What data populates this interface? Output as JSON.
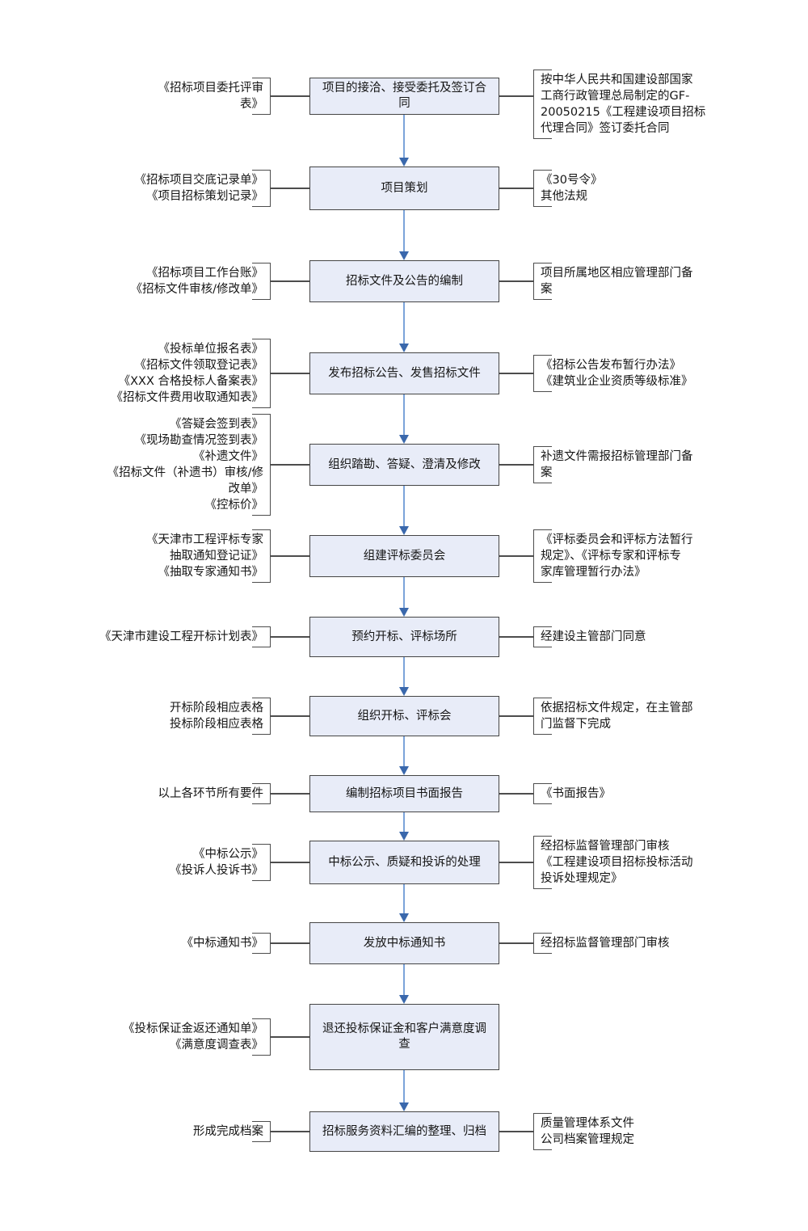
{
  "colors": {
    "box_fill": "#E8ECF8",
    "box_border": "#454545",
    "callout_line": "#4d4d4d",
    "arrow_shaft": "#7BA3D9",
    "arrow_head": "#3A68AC",
    "background": "#ffffff"
  },
  "rows": [
    {
      "box": "项目的接洽、接受委托及签订合同",
      "left": [
        "《招标项目委托评审",
        "表》"
      ],
      "right": [
        "按中华人民共和国建设部国家",
        "工商行政管理总局制定的GF-",
        "20050215《工程建设项目招标",
        "代理合同》签订委托合同"
      ]
    },
    {
      "box": "项目策划",
      "left": [
        "《招标项目交底记录单》",
        "《项目招标策划记录》"
      ],
      "right": [
        "《30号令》",
        "其他法规"
      ]
    },
    {
      "box": "招标文件及公告的编制",
      "left": [
        "《招标项目工作台账》",
        "《招标文件审核/修改单》"
      ],
      "right": [
        "项目所属地区相应管理部门备",
        "案"
      ]
    },
    {
      "box": "发布招标公告、发售招标文件",
      "left": [
        "《投标单位报名表》",
        "《招标文件领取登记表》",
        "《XXX 合格投标人备案表》",
        "《招标文件费用收取通知表》"
      ],
      "right": [
        "《招标公告发布暂行办法》",
        "《建筑业企业资质等级标准》"
      ]
    },
    {
      "box": "组织踏勘、答疑、澄清及修改",
      "left": [
        "《答疑会签到表》",
        "《现场勘查情况签到表》",
        "《补遗文件》",
        "《招标文件（补遗书）审核/修",
        "改单》",
        "《控标价》"
      ],
      "right": [
        "补遗文件需报招标管理部门备",
        "案"
      ]
    },
    {
      "box": "组建评标委员会",
      "left": [
        "《天津市工程评标专家",
        "抽取通知登记证》",
        "《抽取专家通知书》"
      ],
      "right": [
        "《评标委员会和评标方法暂行",
        "规定》、《评标专家和评标专",
        "家库管理暂行办法》"
      ]
    },
    {
      "box": "预约开标、评标场所",
      "left": [
        "《天津市建设工程开标计划表》"
      ],
      "right": [
        "经建设主管部门同意"
      ]
    },
    {
      "box": "组织开标、评标会",
      "left": [
        "开标阶段相应表格",
        "投标阶段相应表格"
      ],
      "right": [
        "依据招标文件规定，在主管部",
        "门监督下完成"
      ]
    },
    {
      "box": "编制招标项目书面报告",
      "left": [
        "以上各环节所有要件"
      ],
      "right": [
        "《书面报告》"
      ]
    },
    {
      "box": "中标公示、质疑和投诉的处理",
      "left": [
        "《中标公示》",
        "《投诉人投诉书》"
      ],
      "right": [
        "经招标监督管理部门审核",
        "《工程建设项目招标投标活动",
        "投诉处理规定》"
      ]
    },
    {
      "box": "发放中标通知书",
      "left": [
        "《中标通知书》"
      ],
      "right": [
        "经招标监督管理部门审核"
      ]
    },
    {
      "box": "退还投标保证金和客户满意度调查",
      "left": [
        "《投标保证金返还通知单》",
        "《满意度调查表》"
      ],
      "right": []
    },
    {
      "box": "招标服务资料汇编的整理、归档",
      "left": [
        "形成完成档案"
      ],
      "right": [
        "质量管理体系文件",
        "公司档案管理规定"
      ]
    }
  ]
}
